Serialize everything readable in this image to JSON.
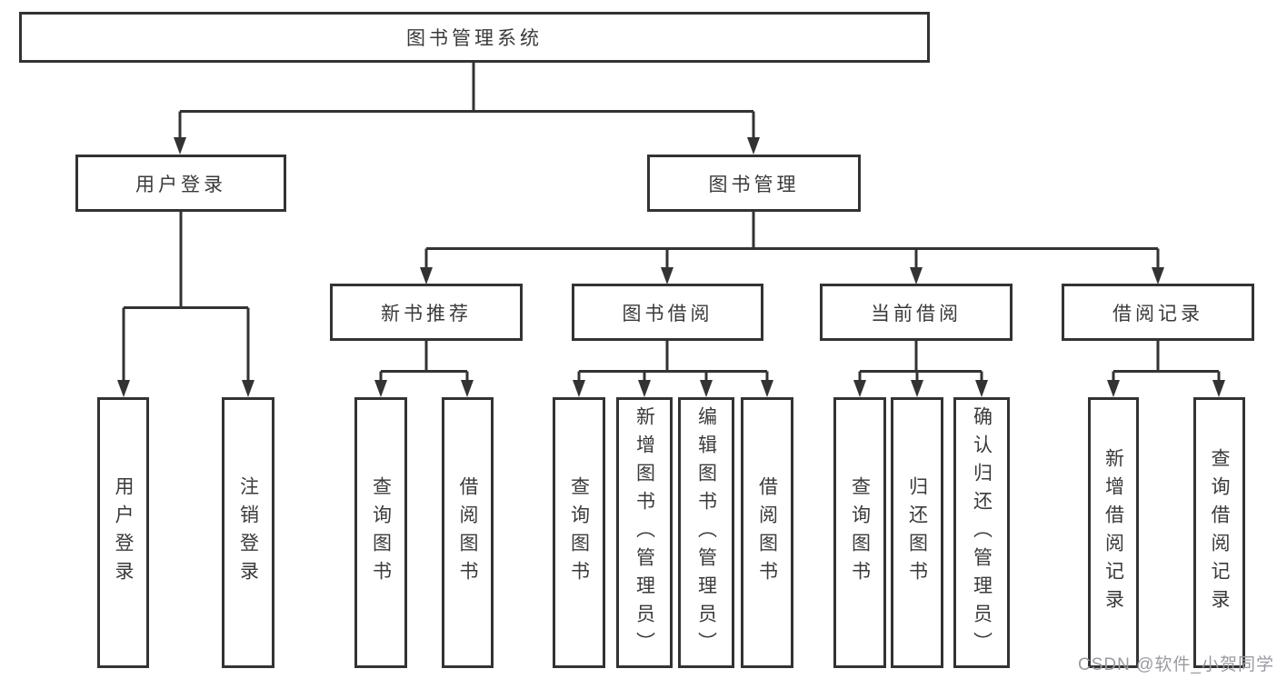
{
  "tree": {
    "root": {
      "label": "图书管理系统"
    },
    "branches": [
      {
        "label": "用户登录",
        "children": [
          {
            "label": "用户登录"
          },
          {
            "label": "注销登录"
          }
        ]
      },
      {
        "label": "图书管理",
        "children": [
          {
            "label": "新书推荐",
            "children": [
              {
                "label": "查询图书"
              },
              {
                "label": "借阅图书"
              }
            ]
          },
          {
            "label": "图书借阅",
            "children": [
              {
                "label": "查询图书"
              },
              {
                "label": "新增图书（管理员）"
              },
              {
                "label": "编辑图书（管理员）"
              },
              {
                "label": "借阅图书"
              }
            ]
          },
          {
            "label": "当前借阅",
            "children": [
              {
                "label": "查询图书"
              },
              {
                "label": "归还图书"
              },
              {
                "label": "确认归还（管理员）"
              }
            ]
          },
          {
            "label": "借阅记录",
            "children": [
              {
                "label": "新增借阅记录"
              },
              {
                "label": "查询借阅记录"
              }
            ]
          }
        ]
      }
    ]
  },
  "watermark": {
    "text": "CSDN @软件_小贺同学"
  },
  "colors": {
    "line": "#333333",
    "box_border": "#333333",
    "text": "#3a3a3a",
    "watermark": "#9a9aa2",
    "background": "#ffffff"
  }
}
